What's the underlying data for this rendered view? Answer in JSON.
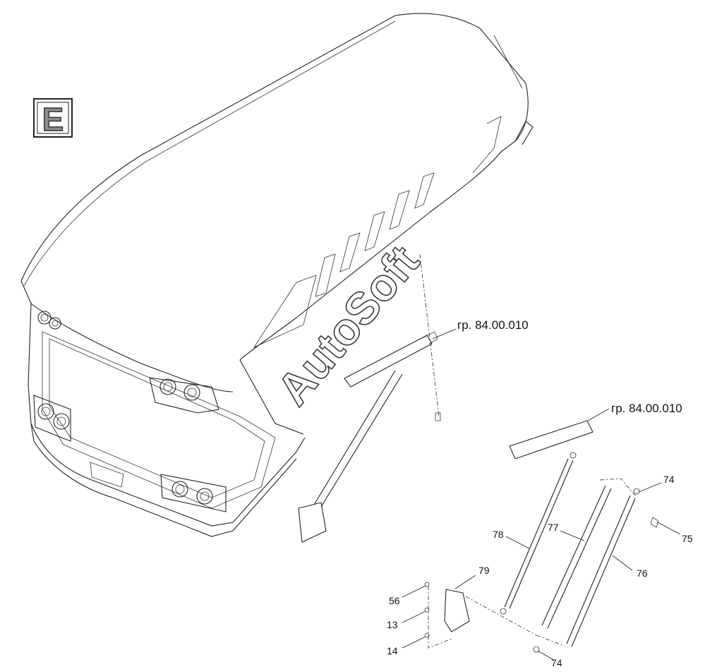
{
  "section_badge": {
    "letter": "E"
  },
  "watermark": "AutoSoft",
  "group_refs": [
    {
      "text": "гр. 84.00.010"
    },
    {
      "text": "гр. 84.00.010"
    }
  ],
  "callouts": [
    {
      "label": "74"
    },
    {
      "label": "75"
    },
    {
      "label": "76"
    },
    {
      "label": "77"
    },
    {
      "label": "78"
    },
    {
      "label": "79"
    },
    {
      "label": "56"
    },
    {
      "label": "13"
    },
    {
      "label": "14"
    },
    {
      "label": "74"
    }
  ]
}
